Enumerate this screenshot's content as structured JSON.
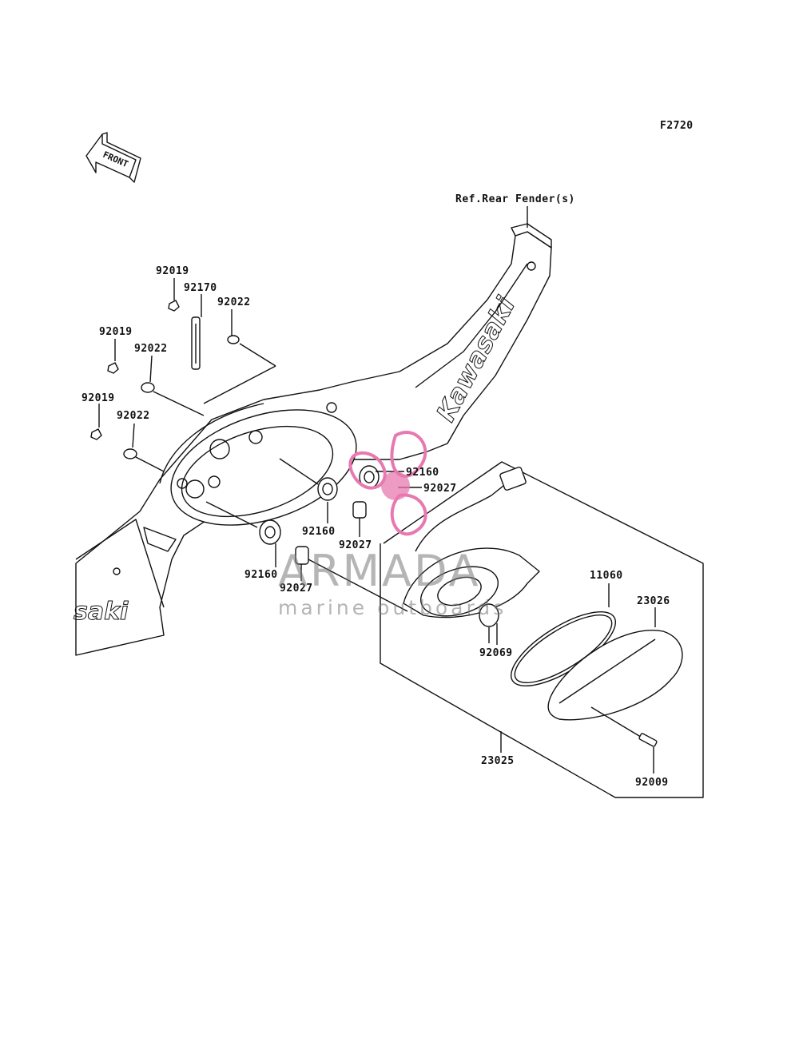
{
  "figure_code": "F2720",
  "front_arrow_label": "FRONT",
  "ref_label": "Ref.Rear Fender(s)",
  "brand_text": "Kawasaki",
  "brand_text_partial": "saki",
  "watermark": {
    "name": "ARMADA",
    "subtitle": "marine outboards",
    "accent_color": "#e879b0",
    "text_color": "#8a8a8a"
  },
  "part_labels": [
    {
      "id": "p1",
      "number": "92019"
    },
    {
      "id": "p2",
      "number": "92170"
    },
    {
      "id": "p3",
      "number": "92022"
    },
    {
      "id": "p4",
      "number": "92019"
    },
    {
      "id": "p5",
      "number": "92022"
    },
    {
      "id": "p6",
      "number": "92019"
    },
    {
      "id": "p7",
      "number": "92022"
    },
    {
      "id": "p8",
      "number": "92160"
    },
    {
      "id": "p9",
      "number": "92027"
    },
    {
      "id": "p10",
      "number": "92160"
    },
    {
      "id": "p11",
      "number": "92027"
    },
    {
      "id": "p12",
      "number": "92160"
    },
    {
      "id": "p13",
      "number": "92027"
    },
    {
      "id": "p14",
      "number": "11060"
    },
    {
      "id": "p15",
      "number": "23026"
    },
    {
      "id": "p16",
      "number": "92069"
    },
    {
      "id": "p17",
      "number": "23025"
    },
    {
      "id": "p18",
      "number": "92009"
    }
  ]
}
